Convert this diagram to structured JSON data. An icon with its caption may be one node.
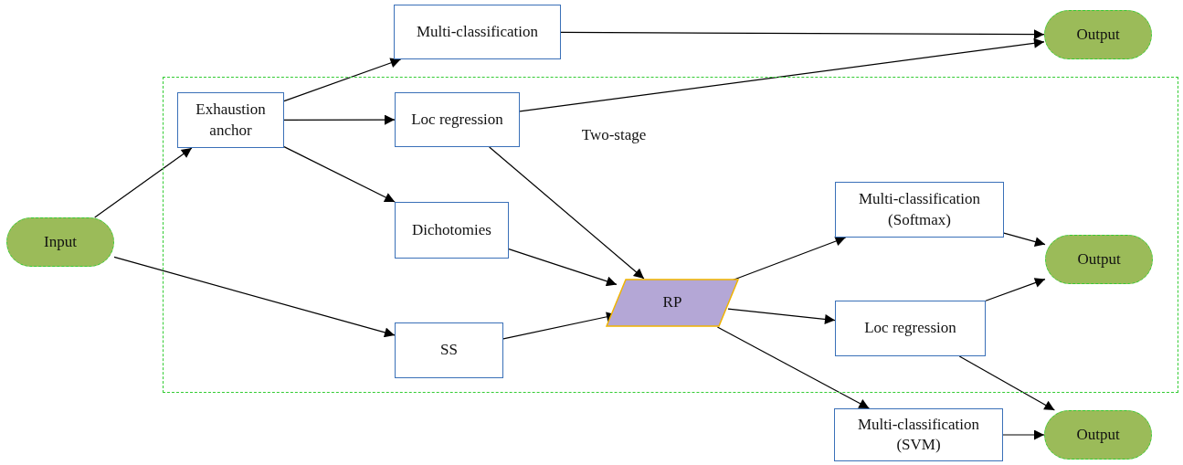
{
  "diagram": {
    "nodes": [
      {
        "text": [
          "Two-stage"
        ]
      },
      {
        "text": [
          "Input"
        ]
      },
      {
        "text": [
          "Multi-classification"
        ]
      },
      {
        "text": [
          "Output"
        ]
      },
      {
        "text": [
          "Exhaustion anchor"
        ],
        "in": 0
      },
      {
        "text": [
          "Loc regression"
        ],
        "in": 0
      },
      {
        "text": [
          "Dichotomies"
        ],
        "in": 0
      },
      {
        "text": [
          "SS"
        ],
        "in": 0
      },
      {
        "text": [
          "RP"
        ],
        "in": 0
      },
      {
        "text": [
          "Multi-classification (Softmax)"
        ],
        "in": 0
      },
      {
        "text": [
          "Output"
        ],
        "in": 0
      },
      {
        "text": [
          "Loc regression"
        ],
        "in": 0
      },
      {
        "text": [
          "Multi-classification (SVM)"
        ]
      },
      {
        "text": [
          "Output"
        ]
      }
    ],
    "edges": [
      {
        "from": 1,
        "to": 4,
        "arrow": "to"
      },
      {
        "from": 1,
        "to": 7,
        "arrow": "to"
      },
      {
        "from": 4,
        "to": 2,
        "arrow": "to"
      },
      {
        "from": 4,
        "to": 5,
        "arrow": "to"
      },
      {
        "from": 4,
        "to": 6,
        "arrow": "to"
      },
      {
        "from": 2,
        "to": 3,
        "arrow": "to"
      },
      {
        "from": 5,
        "to": 3,
        "arrow": "to"
      },
      {
        "from": 5,
        "to": 8,
        "arrow": "to"
      },
      {
        "from": 6,
        "to": 8,
        "arrow": "to"
      },
      {
        "from": 7,
        "to": 8,
        "arrow": "to"
      },
      {
        "from": 8,
        "to": 9,
        "arrow": "to"
      },
      {
        "from": 8,
        "to": 11,
        "arrow": "to"
      },
      {
        "from": 8,
        "to": 12,
        "arrow": "to"
      },
      {
        "from": 9,
        "to": 10,
        "arrow": "to"
      },
      {
        "from": 11,
        "to": 10,
        "arrow": "to"
      },
      {
        "from": 11,
        "to": 13,
        "arrow": "to"
      },
      {
        "from": 12,
        "to": 13,
        "arrow": "to"
      }
    ]
  }
}
